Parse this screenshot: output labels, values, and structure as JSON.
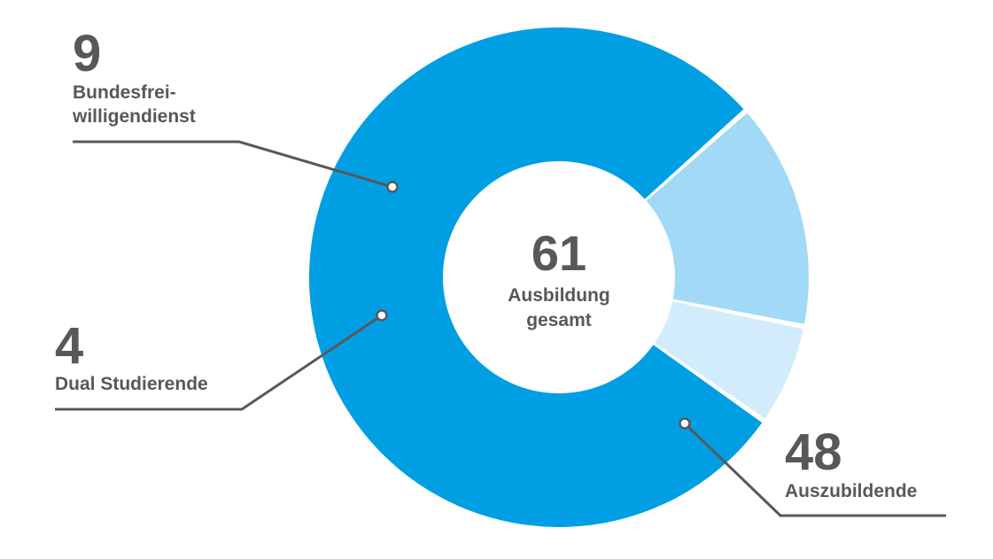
{
  "chart_data": {
    "type": "pie",
    "variant": "donut",
    "center": {
      "value": "61",
      "label_line1": "Ausbildung",
      "label_line2": "gesamt"
    },
    "slices": [
      {
        "label": "Auszubildende",
        "value": 48,
        "value_text": "48",
        "color": "#009fe3"
      },
      {
        "label_line1": "Bundesfrei-",
        "label_line2": "willigendienst",
        "value": 9,
        "value_text": "9",
        "color": "#a1d9f7"
      },
      {
        "label": "Dual Studierende",
        "value": 4,
        "value_text": "4",
        "color": "#d2ecfb"
      }
    ],
    "leader_color": "#58585a"
  }
}
